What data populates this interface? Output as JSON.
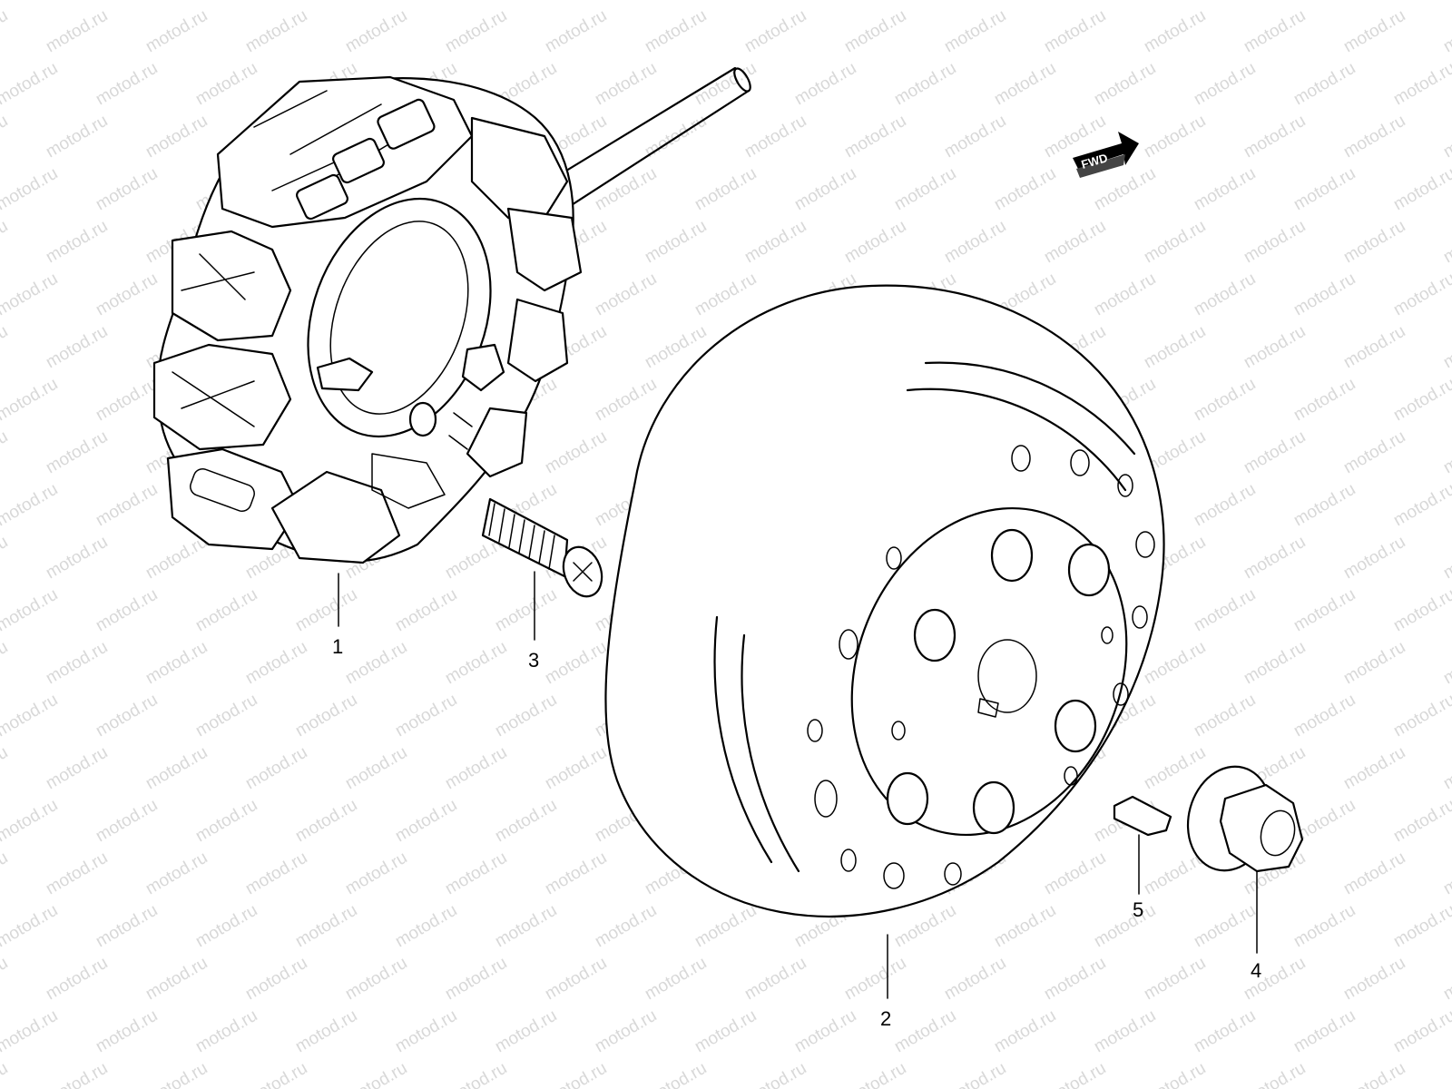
{
  "watermark": "motod.ru",
  "direction_badge": "FWD",
  "callouts": [
    {
      "id": "1",
      "part": "stator"
    },
    {
      "id": "2",
      "part": "rotor"
    },
    {
      "id": "3",
      "part": "screw"
    },
    {
      "id": "4",
      "part": "nut"
    },
    {
      "id": "5",
      "part": "key"
    }
  ],
  "colors": {
    "line": "#000000",
    "background": "#ffffff",
    "watermark": "#d8d8d8"
  }
}
